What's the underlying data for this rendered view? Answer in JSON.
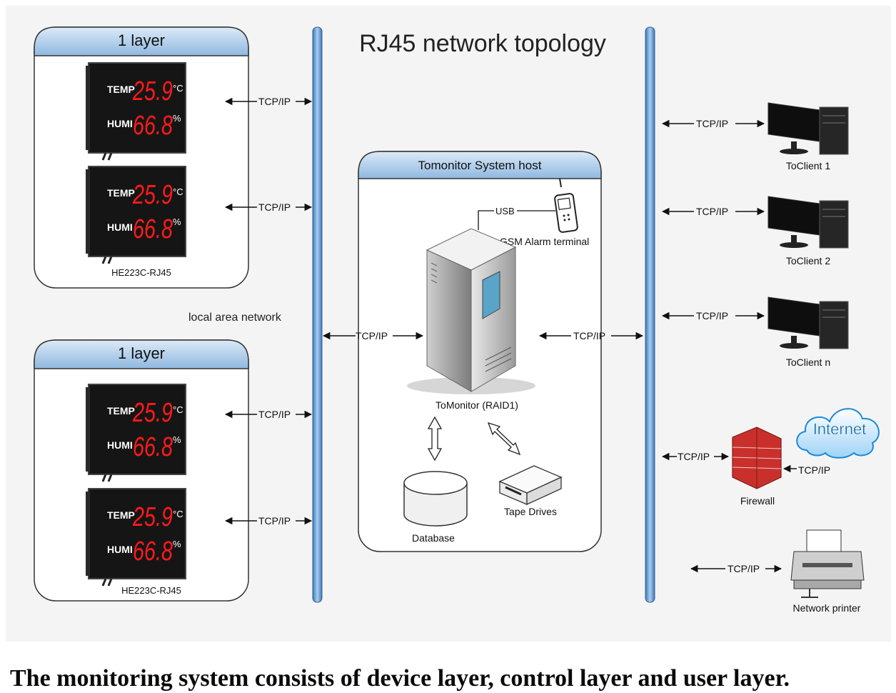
{
  "title": "RJ45 network topology",
  "device_layers": [
    {
      "header": "1 layer",
      "devices": [
        {
          "temp_label": "TEMP",
          "temp_value": "25.9",
          "temp_unit": "°C",
          "humi_label": "HUMI",
          "humi_value": "66.8",
          "humi_unit": "%",
          "link_label": "TCP/IP"
        },
        {
          "temp_label": "TEMP",
          "temp_value": "25.9",
          "temp_unit": "°C",
          "humi_label": "HUMI",
          "humi_value": "66.8",
          "humi_unit": "%",
          "link_label": "TCP/IP"
        }
      ],
      "model": "HE223C-RJ45"
    },
    {
      "header": "1 layer",
      "devices": [
        {
          "temp_label": "TEMP",
          "temp_value": "25.9",
          "temp_unit": "°C",
          "humi_label": "HUMI",
          "humi_value": "66.8",
          "humi_unit": "%",
          "link_label": "TCP/IP"
        },
        {
          "temp_label": "TEMP",
          "temp_value": "25.9",
          "temp_unit": "°C",
          "humi_label": "HUMI",
          "humi_value": "66.8",
          "humi_unit": "%",
          "link_label": "TCP/IP"
        }
      ],
      "model": "HE223C-RJ45"
    }
  ],
  "lan_label": "local area network",
  "host": {
    "header": "Tomonitor System host",
    "usb_label": "USB",
    "gsm_label": "GSM Alarm terminal",
    "server_label": "ToMonitor (RAID1)",
    "database_label": "Database",
    "tape_label": "Tape Drives",
    "left_link": "TCP/IP",
    "right_link": "TCP/IP"
  },
  "clients": [
    {
      "label": "ToClient 1",
      "link": "TCP/IP"
    },
    {
      "label": "ToClient 2",
      "link": "TCP/IP"
    },
    {
      "label": "ToClient n",
      "link": "TCP/IP"
    }
  ],
  "firewall": {
    "label": "Firewall",
    "link": "TCP/IP",
    "internet_link": "TCP/IP",
    "internet_label": "Internet"
  },
  "printer": {
    "label": "Network printer",
    "link": "TCP/IP"
  },
  "caption": "The monitoring system consists of device layer, control layer and user layer.",
  "colors": {
    "bus": "#6aa0d6",
    "header_fill": "#b9d3ec",
    "led": "#ff1a1a",
    "firewall": "#c9302c",
    "panel_border": "#333333"
  }
}
